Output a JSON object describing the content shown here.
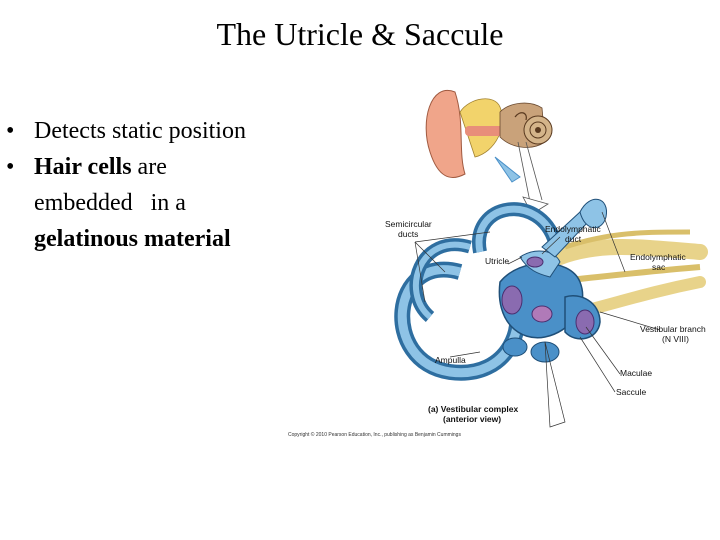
{
  "slide": {
    "title": "The Utricle & Saccule",
    "bullets": [
      {
        "text": "Detects static position"
      },
      {
        "bold_1": "Hair cells",
        "rest_1": " are",
        "line_2": "embedded   in a",
        "bold_3": "gelatinous material"
      }
    ]
  },
  "figure": {
    "labels": {
      "semicircular_1": "Semicircular",
      "semicircular_2": "ducts",
      "endolymphatic_duct_1": "Endolymphatic",
      "endolymphatic_duct_2": "duct",
      "endolymphatic_sac_1": "Endolymphatic",
      "endolymphatic_sac_2": "sac",
      "utricle": "Utricle",
      "vestibular_branch_1": "Vestibular branch",
      "vestibular_branch_2": "(N VIII)",
      "ampulla": "Ampulla",
      "maculae": "Maculae",
      "saccule": "Saccule",
      "caption_1": "(a) Vestibular complex",
      "caption_2": "(anterior view)",
      "copyright": "Copyright © 2010 Pearson Education, Inc., publishing as Benjamin Cummings"
    },
    "colors": {
      "membrane": "#4a90c8",
      "membrane_light": "#8ec3e6",
      "nerve": "#e8d38a",
      "macula": "#8a6bb0",
      "ear_skin": "#f0a58a",
      "cartilage": "#f2d36b"
    }
  }
}
